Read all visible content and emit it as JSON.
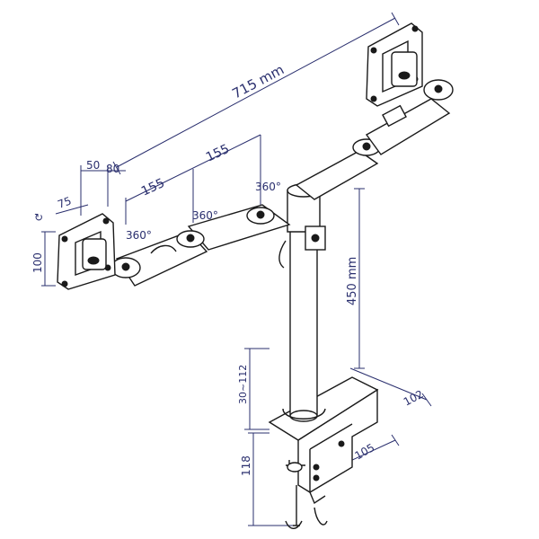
{
  "dimensions": {
    "total_width": "715 mm",
    "arm_segment_1": "155",
    "arm_segment_2": "155",
    "offset_a": "50",
    "offset_b": "80",
    "vesa_width": "75",
    "vesa_height": "100",
    "rotation_1": "360°",
    "rotation_2": "360°",
    "rotation_3": "360°",
    "pole_height": "450 mm",
    "desk_thickness": "30~112",
    "clamp_height": "118",
    "clamp_depth": "105",
    "base_depth": "102"
  },
  "colors": {
    "dimension": "#2a2f6e",
    "ink": "#1a1a1a"
  }
}
